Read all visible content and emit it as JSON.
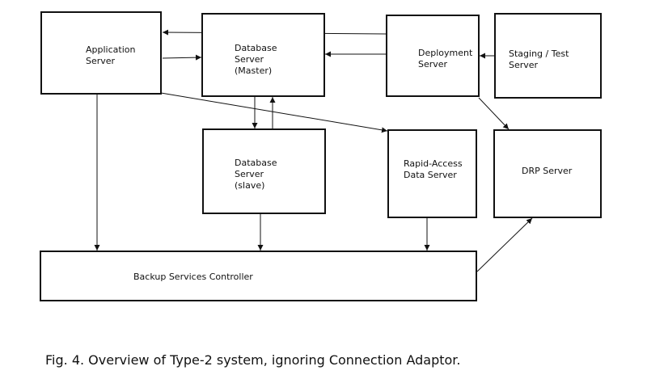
{
  "diagram": {
    "nodes": [
      {
        "id": "app",
        "lines": [
          "Application",
          "Server"
        ]
      },
      {
        "id": "dbm",
        "lines": [
          "Database",
          "Server",
          "(Master)"
        ]
      },
      {
        "id": "dep",
        "lines": [
          "Deployment",
          "Server"
        ]
      },
      {
        "id": "stg",
        "lines": [
          "Staging / Test",
          "Server"
        ]
      },
      {
        "id": "dbs",
        "lines": [
          "Database",
          "Server",
          "(slave)"
        ]
      },
      {
        "id": "rad",
        "lines": [
          "Rapid-Access",
          "Data Server"
        ]
      },
      {
        "id": "drp",
        "lines": [
          "DRP Server"
        ]
      },
      {
        "id": "bkp",
        "lines": [
          "Backup Services Controller"
        ]
      }
    ],
    "edges": [
      {
        "from": "dep",
        "to": "app"
      },
      {
        "from": "app",
        "to": "dbm"
      },
      {
        "from": "dep",
        "to": "dbm"
      },
      {
        "from": "stg",
        "to": "dep"
      },
      {
        "from": "dbm",
        "to": "dbs"
      },
      {
        "from": "dbs",
        "to": "dbm"
      },
      {
        "from": "app",
        "to": "rad"
      },
      {
        "from": "dep",
        "to": "drp"
      },
      {
        "from": "app",
        "to": "bkp"
      },
      {
        "from": "dbs",
        "to": "bkp"
      },
      {
        "from": "rad",
        "to": "bkp"
      },
      {
        "from": "bkp",
        "to": "drp"
      }
    ]
  },
  "caption": "Fig. 4.  Overview of Type-2 system, ignoring Connection Adaptor."
}
